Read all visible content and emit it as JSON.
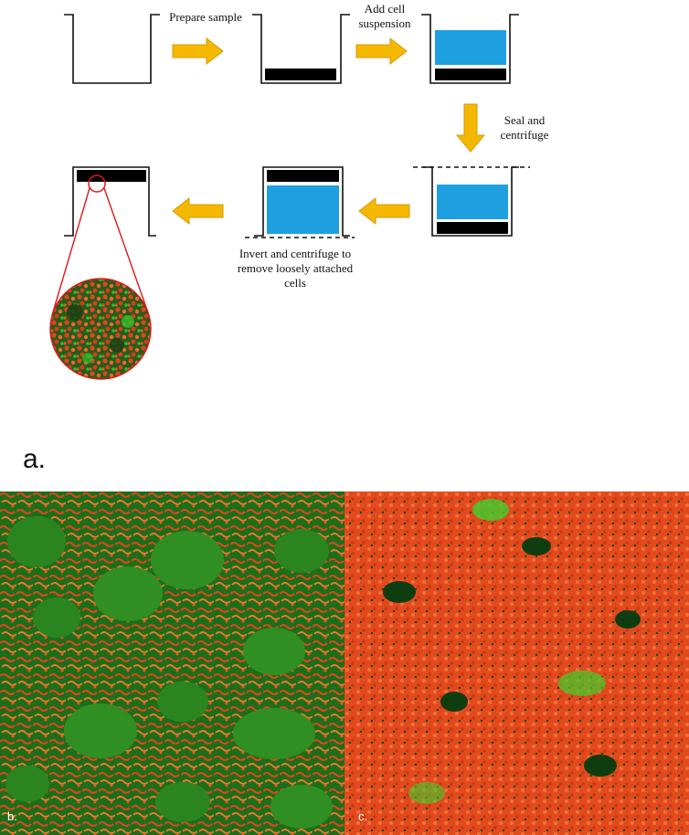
{
  "figure": {
    "colors": {
      "arrow": "#f5b800",
      "arrow_edge": "#d89a00",
      "liquid": "#1e9fe0",
      "sample": "#000000",
      "cell_red": "#e2451c",
      "cell_green": "#1fa61a",
      "substrate_green": "#0f6a14"
    },
    "steps": {
      "prepare": "Prepare sample",
      "add": "Add cell suspension",
      "seal": "Seal and centrifuge",
      "invert": "Invert and centrifuge to remove loosely attached cells"
    },
    "panel_letters": {
      "a": "a.",
      "b": "b.",
      "c": "c."
    }
  }
}
